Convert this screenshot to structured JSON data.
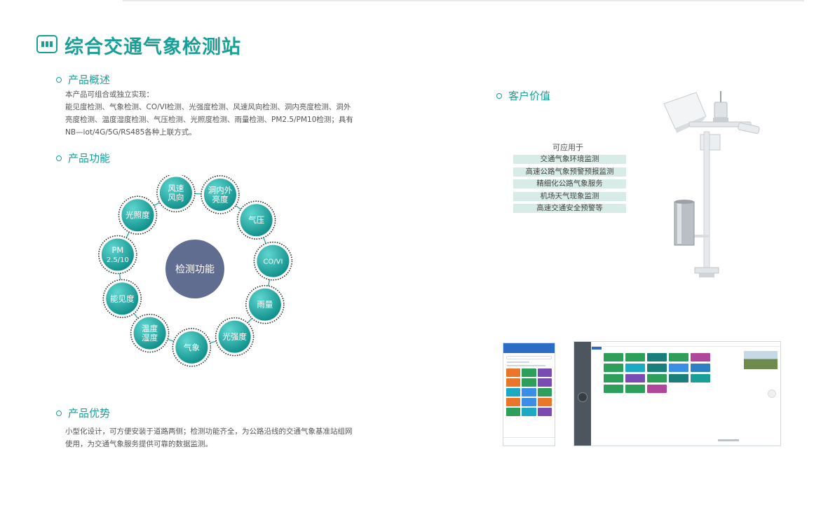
{
  "title": "综合交通气象检测站",
  "sections": {
    "overview": {
      "heading": "产品概述",
      "lines": [
        "本产品可组合或独立实现：",
        "能见度检测、气象检测、CO/VI检测、光强度检测、风速风向检测、洞内亮度检测、洞外",
        "亮度检测、温度湿度检测、气压检测、光照度检测、雨量检测、PM2.5/PM10检测；具有",
        "NB—iot/4G/5G/RS485各种上联方式。"
      ]
    },
    "functions": {
      "heading": "产品功能",
      "center": "检测功能",
      "nodes": [
        [
          "风速",
          "风向"
        ],
        [
          "洞内外",
          "亮度"
        ],
        [
          "气压"
        ],
        [
          "CO/VI"
        ],
        [
          "雨量"
        ],
        [
          "光强度"
        ],
        [
          "气象"
        ],
        [
          "温度",
          "湿度"
        ],
        [
          "能见度"
        ],
        [
          "PM",
          "2.5/10"
        ],
        [
          "光照度"
        ]
      ]
    },
    "advantages": {
      "heading": "产品优势",
      "lines": [
        "小型化设计，可方便安装于道路两侧；检测功能齐全，为公路沿线的交通气象基准站组网",
        "使用，为交通气象服务提供可靠的数据监测。"
      ]
    },
    "customer_value": {
      "heading": "客户价值",
      "apps_title": "可应用于",
      "apps": [
        "交通气象环境监测",
        "高速公路气象预警预报监测",
        "精细化公路气象服务",
        "机场天气现象监测",
        "高速交通安全预警等"
      ]
    }
  },
  "colors": {
    "accent": "#1a9f98",
    "node_fill_light": "#5fd6d0",
    "node_fill_dark": "#0e8d88",
    "center_fill": "#616d90",
    "app_bg": "#d7ece6"
  },
  "icons": {
    "title": "battery-icon",
    "bullet": "circle-bullet-icon"
  },
  "tile_colors": {
    "phone": [
      "#e9762b",
      "#2e9e5b",
      "#7a4bb1",
      "#e9762b",
      "#2e9e5b",
      "#7a4bb1",
      "#1da9c2",
      "#3a8ee6",
      "#2e9e5b",
      "#e9762b",
      "#3a8ee6",
      "#e9762b",
      "#2e9e5b",
      "#1da9c2",
      "#7a4bb1"
    ],
    "web": [
      "#2e9e5b",
      "#2e9e5b",
      "#1a7f7a",
      "#2e9e5b",
      "#b1479b",
      "#2e9e5b",
      "#1da9c2",
      "#1a7f7a",
      "#3a8ee6",
      "#2e7fc4",
      "#2e9e5b",
      "#7a4bb1",
      "#2e9e5b",
      "#1a7f7a",
      "#1a9f98",
      "#2e9e5b",
      "#2e9e5b",
      "#b1479b"
    ]
  }
}
